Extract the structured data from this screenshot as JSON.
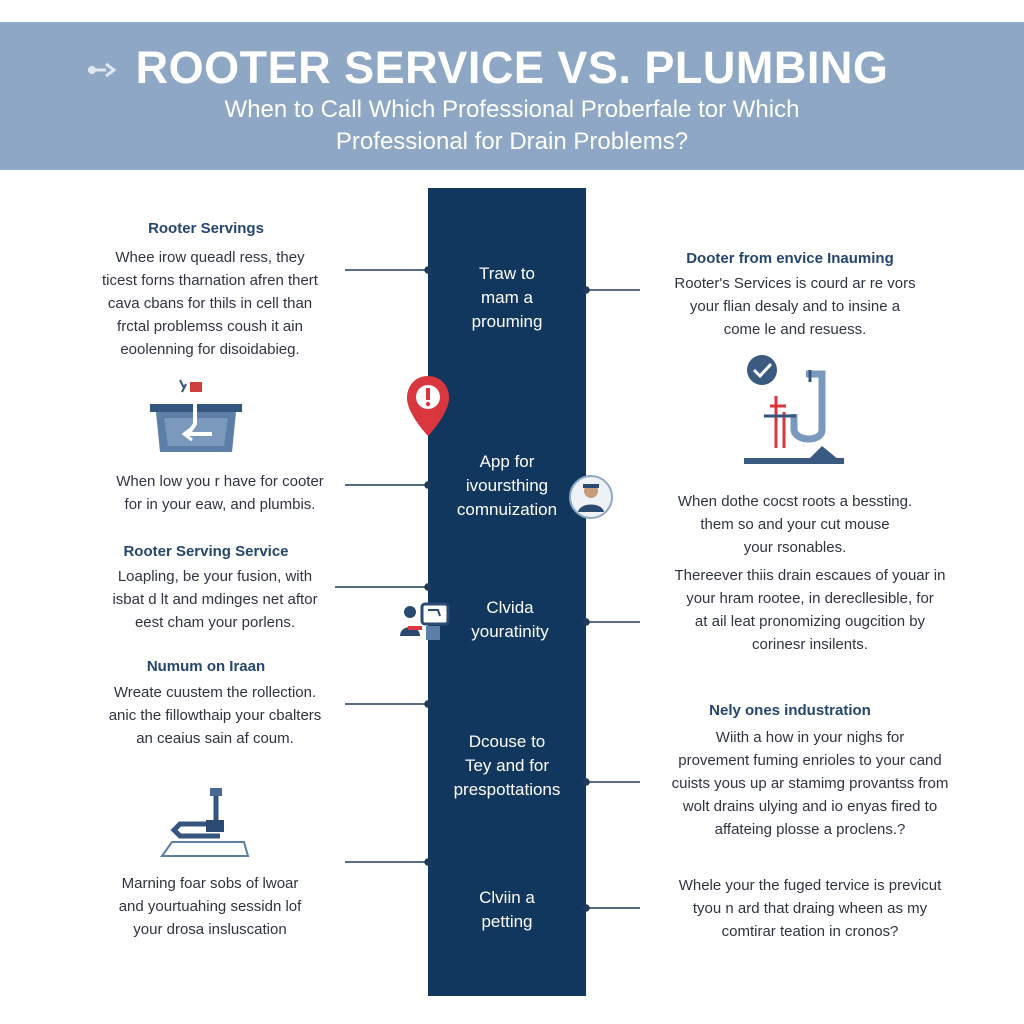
{
  "header": {
    "title": "ROOTER SERVICE VS. PLUMBING",
    "subtitle_line1": "When to Call Which Professional  Proberfale tor Which",
    "subtitle_line2": "Professional for Drain Problems?"
  },
  "center_labels": [
    [
      "Traw to",
      "mam a",
      "prouming"
    ],
    [
      "App for",
      "ivoursthing",
      "comnuization"
    ],
    [
      "Clvida",
      "youratinity"
    ],
    [
      "Dcouse to",
      "Tey and for",
      "prespottations"
    ],
    [
      "Clviin a",
      "petting"
    ]
  ],
  "left": {
    "s1_heading": "Rooter Servings",
    "s1_text": [
      "Whee irow queadl ress, they",
      "ticest forns tharnation afren thert",
      "cava cbans for thils in cell than",
      "frctal problemss coush it ain",
      "eoolenning  for disoidabieg."
    ],
    "s2_text": [
      "When low you r have for cooter",
      "for in your eaw, and plumbis."
    ],
    "s3_heading": "Rooter Serving Service",
    "s3_text": [
      "Loapling, be  your fusion, with",
      "isbat d lt and mdinges net aftor",
      "eest cham your porlens."
    ],
    "s4_heading": "Numum on Iraan",
    "s4_text": [
      "Wreate cuustem the rollection.",
      "anic the fillowthaip your cbalters",
      "an ceaius sain af coum."
    ],
    "s5_text": [
      "Marning foar sobs of lwoar",
      "and yourtuahing sessidn lof",
      "your drosa insluscation"
    ]
  },
  "right": {
    "s1_heading": "Dooter from envice Inauming",
    "s1_text": [
      "Rooter's Services is courd ar re vors",
      "your flian desaly and to insine a",
      "come le and resuess."
    ],
    "s2_text": [
      "When dothe cocst roots a bessting.",
      "them so and your cut mouse",
      "your rsonables."
    ],
    "s3_text": [
      "Thereever thiis drain escaues of youar in",
      "your hram rootee, in derecllesible, for",
      "at ail leat pronomizing ougcition by",
      "corinesr insilents."
    ],
    "s4_heading": "Nely ones industration",
    "s4_text": [
      "Wiith a how in your nighs for",
      "provement fuming enrioles to your cand",
      "cuists  yous up ar stamimg provantss from",
      "wolt drains ulying and io enyas fired to",
      "affateing plosse a proclens.?"
    ],
    "s5_text": [
      "Whele your the fuged tervice is previcut",
      "tyou n ard that draing  wheen as my",
      "comtirar teation in cronos?"
    ]
  },
  "icons": [
    "wrench-icon",
    "bathtub-pipe-icon",
    "location-pin-icon",
    "plumber-avatar-icon",
    "technician-icon",
    "pipe-check-icon",
    "drain-snake-icon"
  ],
  "colors": {
    "header": "#8ea7c4",
    "spine": "#12375f",
    "heading": "#24466f",
    "pin": "#d9363e"
  }
}
